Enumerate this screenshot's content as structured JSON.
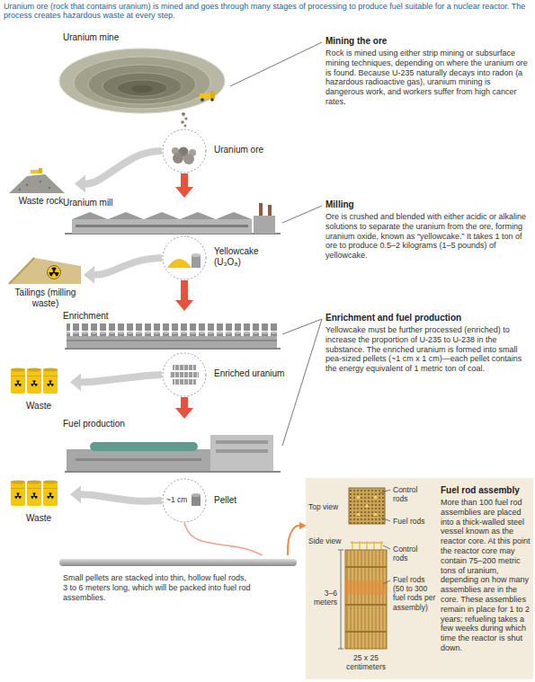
{
  "diagram": {
    "title": "Uranium ore (rock that contains uranium) is mined and goes through many stages of processing to produce fuel suitable for a nuclear reactor. The process creates hazardous waste at every step.",
    "nodes": [
      {
        "text": [
          "Uranium mine"
        ]
      },
      {
        "text": [
          "Uranium ore"
        ]
      },
      {
        "text": [
          "Waste rock"
        ]
      },
      {
        "text": [
          "Uranium mill"
        ]
      },
      {
        "text": [
          "Yellowcake (U₃O₈)"
        ]
      },
      {
        "text": [
          "Tailings (milling waste)"
        ]
      },
      {
        "text": [
          "Enrichment"
        ]
      },
      {
        "text": [
          "Enriched uranium"
        ]
      },
      {
        "text": [
          "Waste"
        ]
      },
      {
        "text": [
          "Fuel production"
        ]
      },
      {
        "text": [
          "~1 cm",
          "Pellet"
        ]
      },
      {
        "text": [
          "Waste"
        ]
      },
      {
        "text": [
          "Small pellets are stacked into thin, hollow fuel rods, 3 to 6 meters long, which will be packed into fuel rod assemblies."
        ]
      },
      {
        "text": [
          "Fuel rod assembly",
          "More than 100 fuel rod assemblies are placed into a thick-walled steel vessel known as the reactor core. At this point the reactor core may contain 75–200 metric tons of uranium, depending on how many assemblies are in the core. These assemblies remain in place for 1 to 2 years; refueling takes a few weeks during which time the reactor is shut down."
        ]
      }
    ],
    "edges": [
      {
        "from": 1,
        "to": 2,
        "arrow": "to"
      },
      {
        "from": 1,
        "to": 3,
        "arrow": "to"
      },
      {
        "from": 4,
        "to": 5,
        "arrow": "to"
      },
      {
        "from": 4,
        "to": 6,
        "arrow": "to"
      },
      {
        "from": 7,
        "to": 8,
        "arrow": "to"
      },
      {
        "from": 7,
        "to": 9,
        "arrow": "to"
      },
      {
        "from": 10,
        "to": 11,
        "arrow": "to"
      },
      {
        "from": 10,
        "to": 12,
        "arrow": "none"
      },
      {
        "from": 12,
        "to": 13,
        "arrow": "to"
      }
    ],
    "labels": [
      "Mining the ore",
      "Rock is mined using either strip mining or subsurface mining techniques, depending on where the uranium ore is found. Because U-235 naturally decays into radon (a hazardous radioactive gas), uranium mining is dangerous work, and workers suffer from high cancer rates.",
      "Milling",
      "Ore is crushed and blended with either acidic or alkaline solutions to separate the uranium from the ore, forming uranium oxide, known as “yellowcake.” It takes 1 ton of ore to produce 0.5–2 kilograms (1–5 pounds) of yellowcake.",
      "Enrichment and fuel production",
      "Yellowcake must be further processed (enriched) to increase the proportion of U-235 to U-238 in the substance. The enriched uranium is formed into small pea-sized pellets (~1 cm x 1 cm)—each pellet contains the energy equivalent of 1 metric ton of coal.",
      "Top view",
      "Control rods",
      "Fuel rods",
      "Side view",
      "Control rods",
      "3–6 meters",
      "Fuel rods (50 to 300 fuel rods per assembly)",
      "25 x 25 centimeters"
    ]
  }
}
